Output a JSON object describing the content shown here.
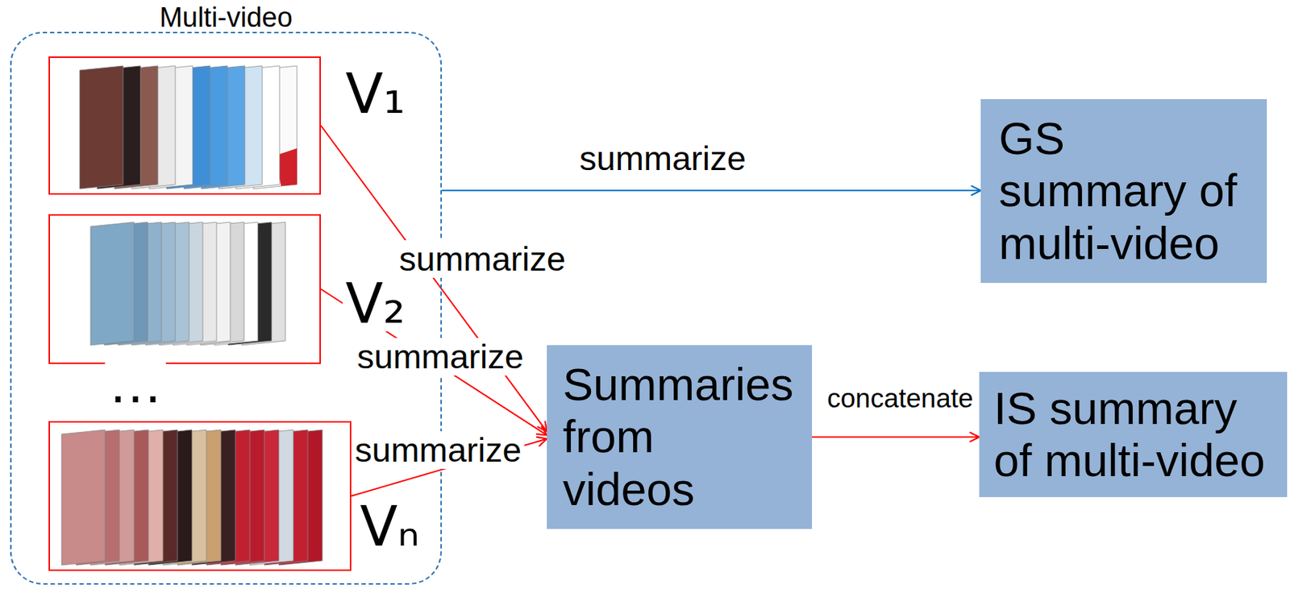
{
  "diagram": {
    "nodes": [
      {
        "text": [
          "Multi-video"
        ]
      },
      {
        "text": [
          "V₁"
        ],
        "in": 0
      },
      {
        "text": [
          "V₂"
        ],
        "in": 0
      },
      {
        "text": [
          "Vₙ"
        ],
        "in": 0
      },
      {
        "text": [
          "GS summary of multi-video"
        ]
      },
      {
        "text": [
          "Summaries from videos"
        ]
      },
      {
        "text": [
          "IS summary of multi-video"
        ]
      }
    ],
    "edges": [
      {
        "from": 0,
        "to": 4,
        "arrow": "to",
        "label": "summarize"
      },
      {
        "from": 1,
        "to": 5,
        "arrow": "to",
        "label": "summarize"
      },
      {
        "from": 2,
        "to": 5,
        "arrow": "to",
        "label": "summarize"
      },
      {
        "from": 3,
        "to": 5,
        "arrow": "to",
        "label": "summarize"
      },
      {
        "from": 5,
        "to": 6,
        "arrow": "to",
        "label": "concatenate"
      }
    ],
    "labels": [
      "…"
    ]
  }
}
